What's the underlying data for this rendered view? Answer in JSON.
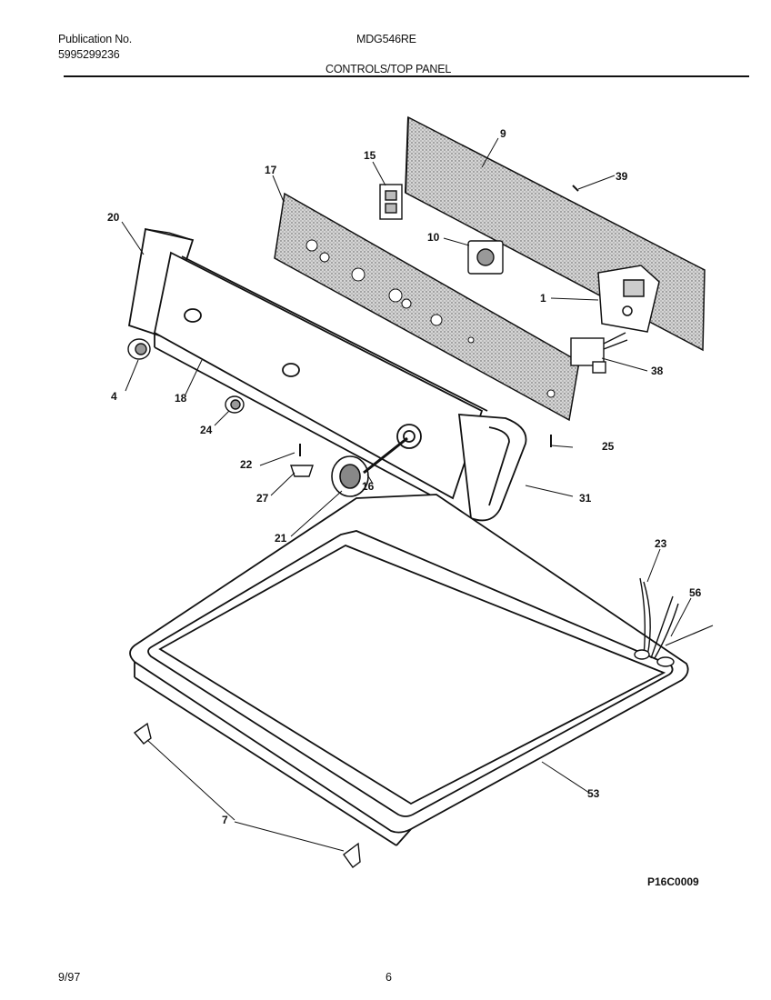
{
  "header": {
    "publication_label": "Publication No.",
    "publication_number": "5995299236",
    "model": "MDG546RE",
    "section_title": "CONTROLS/TOP PANEL"
  },
  "callouts": {
    "c1": "1",
    "c4": "4",
    "c7": "7",
    "c9": "9",
    "c10": "10",
    "c15": "15",
    "c16": "16",
    "c17": "17",
    "c18": "18",
    "c20": "20",
    "c21": "21",
    "c22": "22",
    "c23": "23",
    "c24": "24",
    "c25": "25",
    "c27": "27",
    "c31": "31",
    "c38": "38",
    "c39": "39",
    "c53": "53",
    "c56": "56"
  },
  "drawing_code": "P16C0009",
  "footer": {
    "date": "9/97",
    "page": "6"
  }
}
